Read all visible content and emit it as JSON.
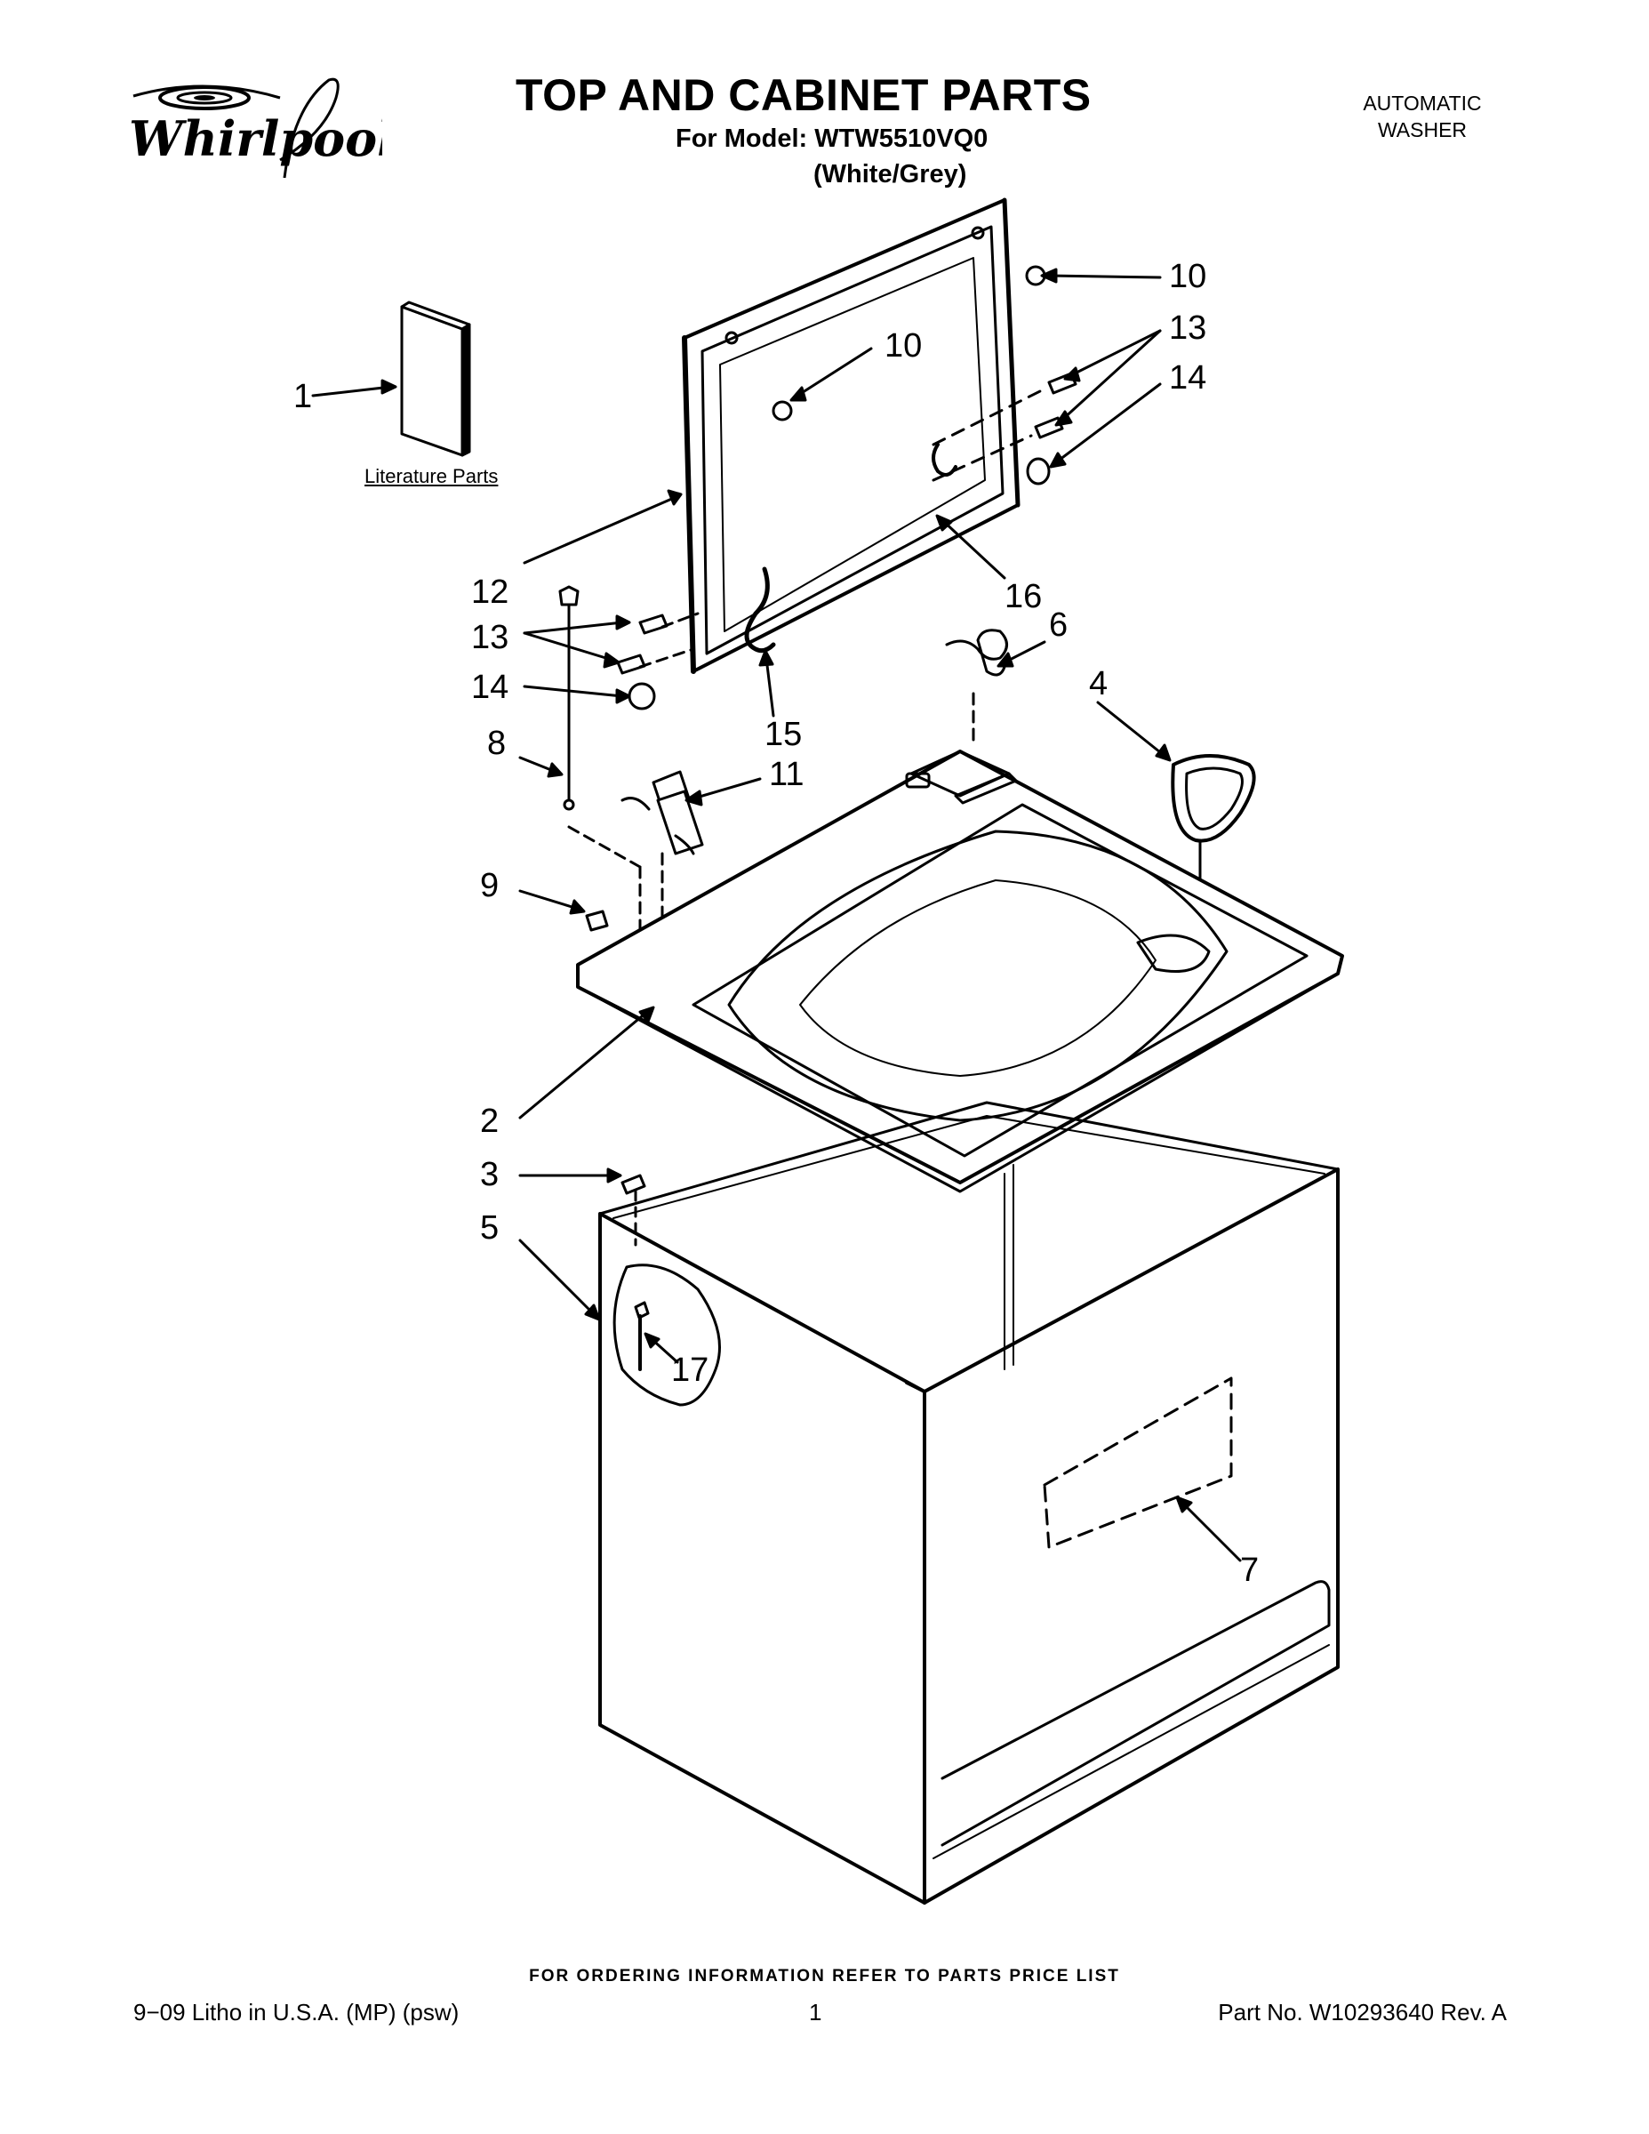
{
  "header": {
    "brand": "Whirlpool",
    "title": "TOP AND CABINET PARTS",
    "model_line": "For Model: WTW5510VQ0",
    "variant": "(White/Grey)",
    "appliance_type_line1": "AUTOMATIC",
    "appliance_type_line2": "WASHER"
  },
  "diagram": {
    "literature_label": "Literature Parts",
    "callouts": {
      "c1": "1",
      "c2": "2",
      "c3": "3",
      "c4": "4",
      "c5": "5",
      "c6": "6",
      "c7": "7",
      "c8": "8",
      "c9": "9",
      "c10a": "10",
      "c10b": "10",
      "c11": "11",
      "c12": "12",
      "c13a": "13",
      "c13b": "13",
      "c14a": "14",
      "c14b": "14",
      "c15": "15",
      "c16": "16",
      "c17": "17"
    }
  },
  "footer": {
    "ordering_note": "FOR ORDERING INFORMATION REFER TO PARTS PRICE LIST",
    "litho": "9−09 Litho in U.S.A. (MP) (psw)",
    "page_number": "1",
    "part_number": "Part No. W10293640 Rev. A"
  }
}
